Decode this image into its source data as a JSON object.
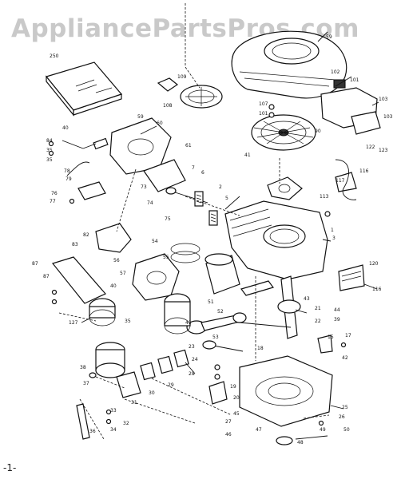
{
  "watermark": "AppliancePartsPros.com",
  "page_number": "-1-",
  "diagram": {
    "callouts": [
      "250",
      "59",
      "109",
      "108",
      "101",
      "102",
      "103",
      "107",
      "101",
      "90",
      "60",
      "59",
      "61",
      "87",
      "40",
      "84",
      "35",
      "35",
      "103",
      "122",
      "123",
      "116",
      "117",
      "113",
      "41",
      "7",
      "6",
      "2",
      "5",
      "73",
      "74",
      "75",
      "76",
      "77",
      "78",
      "79",
      "82",
      "83",
      "3",
      "1",
      "120",
      "116",
      "87",
      "127",
      "35",
      "41",
      "40",
      "21",
      "22",
      "23",
      "24",
      "25",
      "26",
      "27",
      "28",
      "29",
      "30",
      "31",
      "32",
      "33",
      "34",
      "36",
      "37",
      "38",
      "39",
      "42",
      "43",
      "44",
      "15",
      "17",
      "18",
      "19",
      "20",
      "45",
      "46",
      "47",
      "48",
      "49",
      "50",
      "51",
      "52",
      "53",
      "54",
      "55",
      "56",
      "57"
    ]
  }
}
